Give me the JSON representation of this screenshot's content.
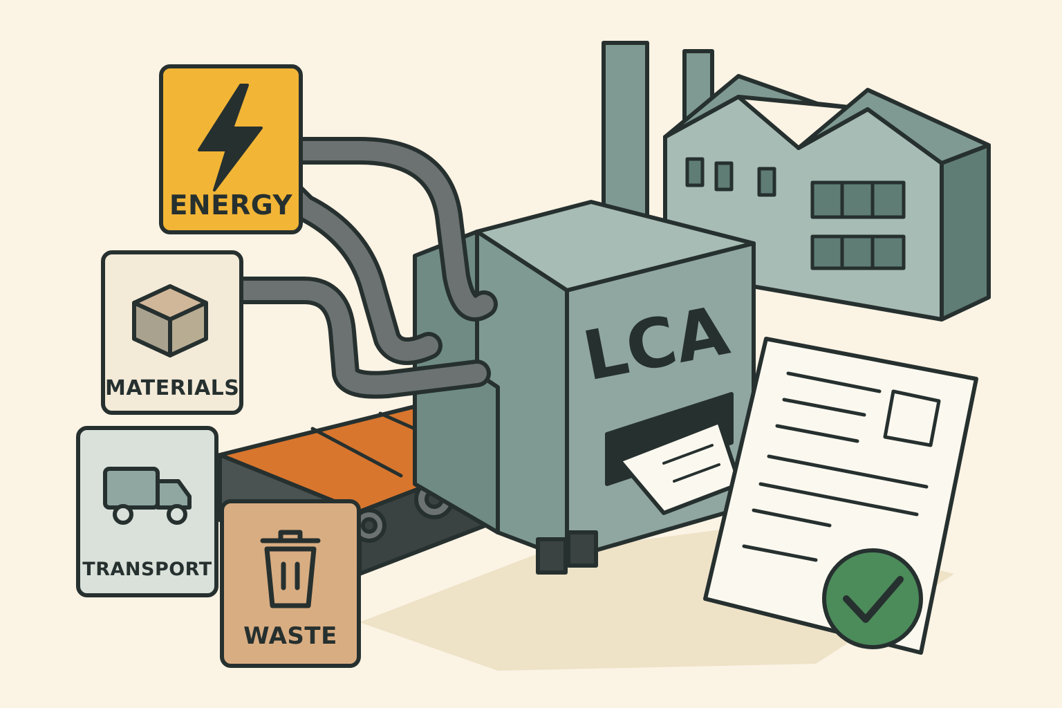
{
  "machine": {
    "label": "LCA"
  },
  "inputs": [
    {
      "id": "energy",
      "label": "ENERGY",
      "icon": "lightning-bolt-icon",
      "color": "#f2b536"
    },
    {
      "id": "materials",
      "label": "MATERIALS",
      "icon": "box-icon",
      "color": "#f3ead8"
    },
    {
      "id": "transport",
      "label": "TRANSPORT",
      "icon": "truck-icon",
      "color": "#d9e1da"
    },
    {
      "id": "waste",
      "label": "WASTE",
      "icon": "trash-can-icon",
      "color": "#d9ad82"
    }
  ],
  "output": {
    "icon": "check-circle-icon",
    "check_color": "#4c8b5a"
  },
  "colors": {
    "background": "#fbf3e4",
    "outline": "#26302f",
    "machine": "#8fa7a0",
    "factory": "#a7bcb4",
    "conveyor_belt": "#d8762e",
    "pipe": "#6b7271"
  }
}
